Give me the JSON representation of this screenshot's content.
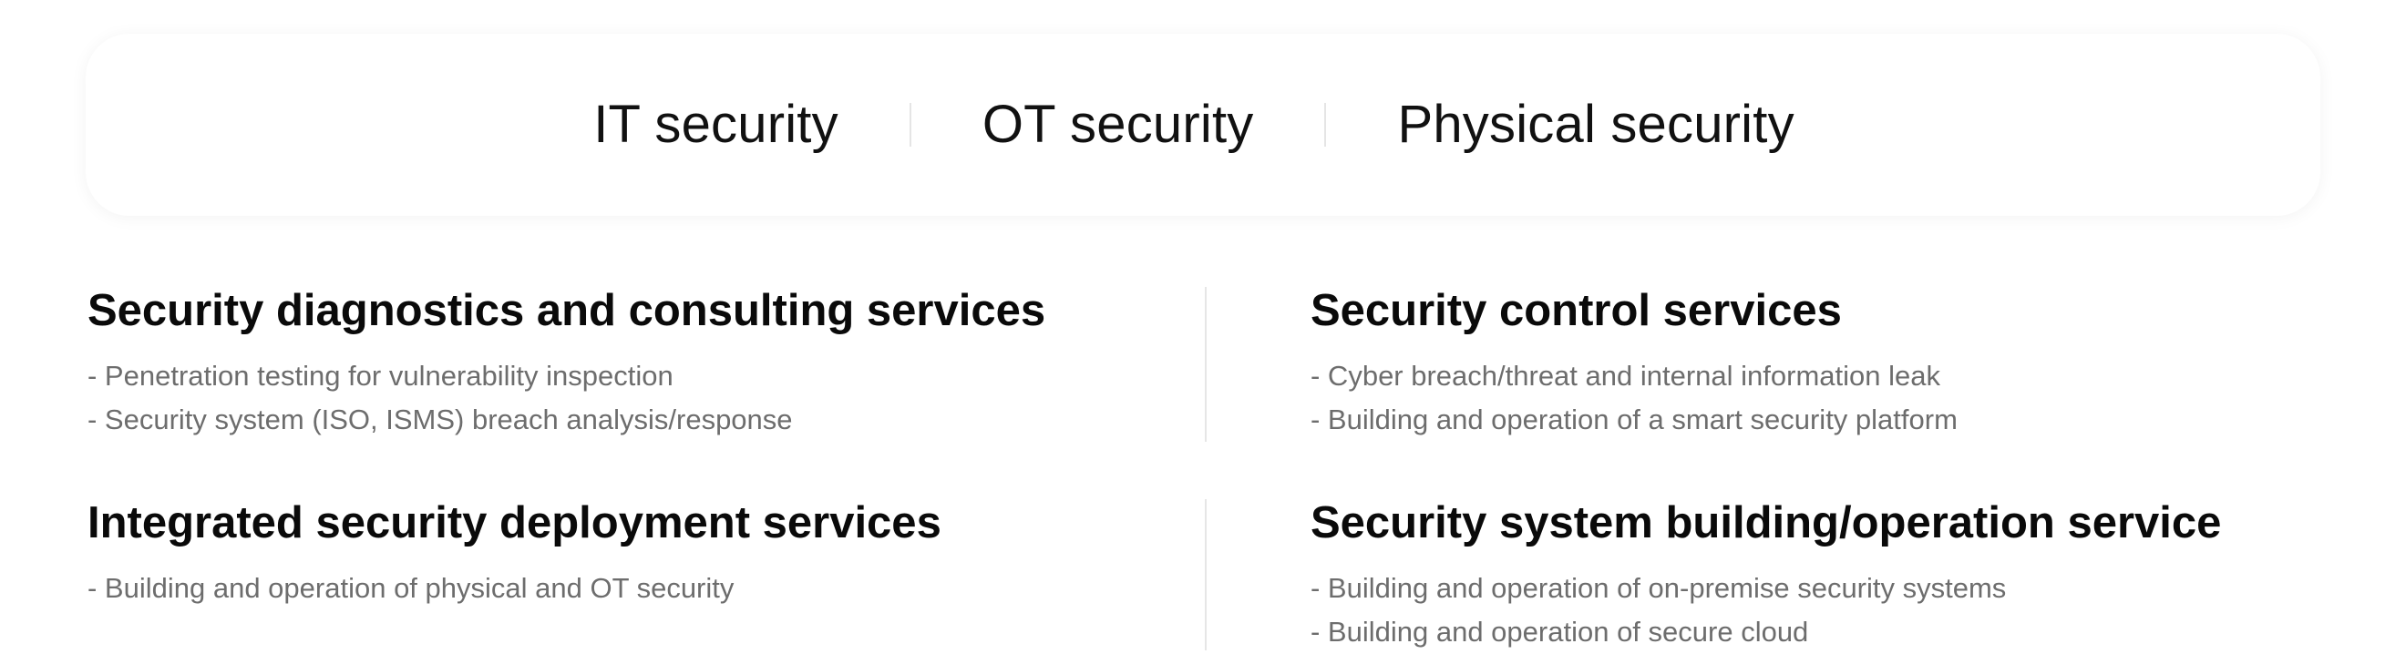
{
  "tabs": [
    {
      "label": "IT security"
    },
    {
      "label": "OT security"
    },
    {
      "label": "Physical security"
    }
  ],
  "services": {
    "diagnostics": {
      "title": "Security diagnostics and consulting services",
      "items": [
        "- Penetration testing for vulnerability inspection",
        "- Security system (ISO, ISMS) breach analysis/response"
      ]
    },
    "control": {
      "title": "Security control services",
      "items": [
        "- Cyber breach/threat and internal information leak",
        "- Building and operation of a smart security platform"
      ]
    },
    "deployment": {
      "title": "Integrated security deployment services",
      "items": [
        "- Building and operation of physical and OT security"
      ]
    },
    "system": {
      "title": "Security system building/operation service",
      "items": [
        "- Building and operation of on-premise security systems",
        "- Building and operation of secure cloud"
      ]
    }
  }
}
